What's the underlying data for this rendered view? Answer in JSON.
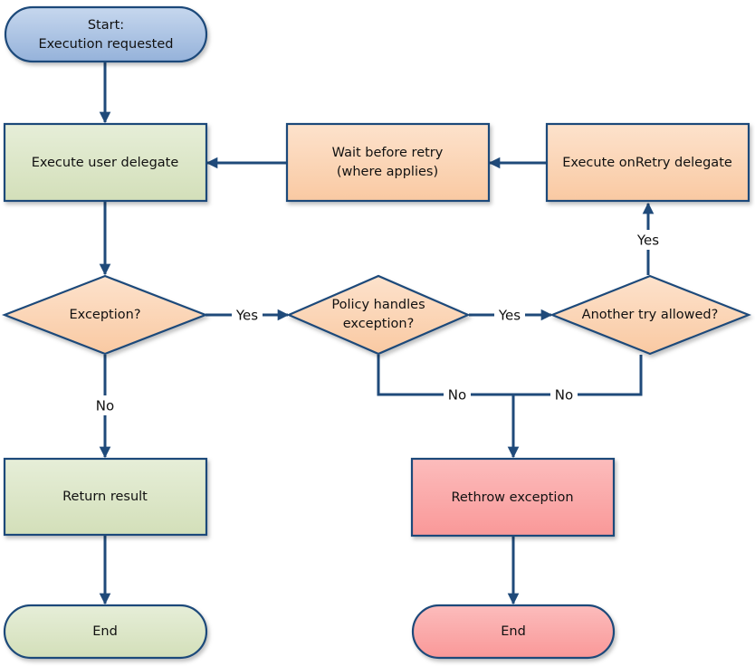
{
  "nodes": {
    "start": {
      "line1": "Start:",
      "line2": "Execution requested"
    },
    "execute": {
      "label": "Execute user delegate"
    },
    "wait": {
      "line1": "Wait before retry",
      "line2": "(where applies)"
    },
    "onretry": {
      "label": "Execute onRetry delegate"
    },
    "exception": {
      "label": "Exception?"
    },
    "policy": {
      "line1": "Policy handles",
      "line2": "exception?"
    },
    "another": {
      "label": "Another try allowed?"
    },
    "return_result": {
      "label": "Return result"
    },
    "rethrow": {
      "label": "Rethrow exception"
    },
    "end_left": {
      "label": "End"
    },
    "end_right": {
      "label": "End"
    }
  },
  "edges": {
    "exception_yes": "Yes",
    "policy_yes": "Yes",
    "another_yes": "Yes",
    "exception_no": "No",
    "policy_no": "No",
    "another_no": "No"
  },
  "colors": {
    "start_fill": "#a9c1e0",
    "process_green": "#dde7c9",
    "process_peach": "#fbd6b7",
    "decision_peach": "#fbd6b7",
    "rethrow_red": "#fba9a9",
    "end_green": "#dde7c9",
    "end_red": "#fba9a9",
    "stroke": "#1f4a7a"
  }
}
